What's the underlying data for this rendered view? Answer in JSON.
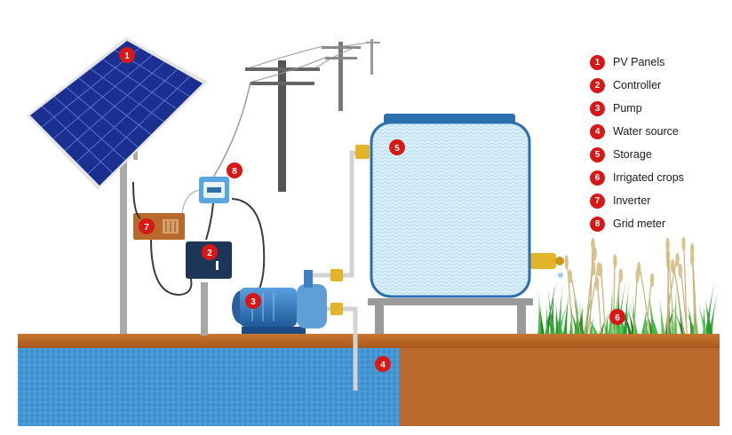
{
  "legend": [
    {
      "num": "1",
      "label": "PV Panels"
    },
    {
      "num": "2",
      "label": "Controller"
    },
    {
      "num": "3",
      "label": "Pump"
    },
    {
      "num": "4",
      "label": "Water source"
    },
    {
      "num": "5",
      "label": "Storage"
    },
    {
      "num": "6",
      "label": "Irrigated crops"
    },
    {
      "num": "7",
      "label": "Inverter"
    },
    {
      "num": "8",
      "label": "Grid meter"
    }
  ],
  "badges": {
    "pv": "1",
    "controller": "2",
    "pump": "3",
    "water_source": "4",
    "storage": "5",
    "crops": "6",
    "inverter": "7",
    "grid_meter": "8"
  },
  "colors": {
    "badge": "#d81717",
    "ground": "#b5652a",
    "water": "#2e86c6",
    "tank": "#d9eefa",
    "pump": "#2f6fb3",
    "grass": "#3aa83a"
  }
}
